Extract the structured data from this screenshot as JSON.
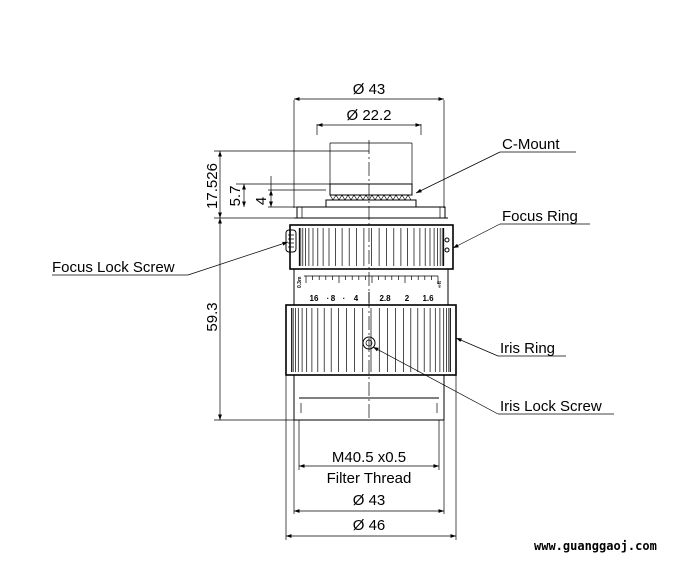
{
  "dimensions": {
    "top_outer_diameter": "Ø 43",
    "mount_diameter": "Ø 22.2",
    "flange_back": "17.526",
    "mount_depth": "5.7",
    "thread_length": "4",
    "body_length": "59.3",
    "filter_thread_size": "M40.5  x0.5",
    "filter_thread_label": "Filter Thread",
    "front_diameter": "Ø 43",
    "max_diameter": "Ø 46"
  },
  "callouts": {
    "c_mount": "C-Mount",
    "focus_ring": "Focus Ring",
    "focus_lock_screw": "Focus Lock Screw",
    "iris_ring": "Iris Ring",
    "iris_lock_screw": "Iris Lock Screw"
  },
  "scale": {
    "aperture_labels": [
      "16",
      "8",
      "4",
      "2.8",
      "2",
      "1.6"
    ],
    "near_mark": "0.3m",
    "far_mark": "∞ft"
  },
  "watermark": "www.guanggaoj.com"
}
